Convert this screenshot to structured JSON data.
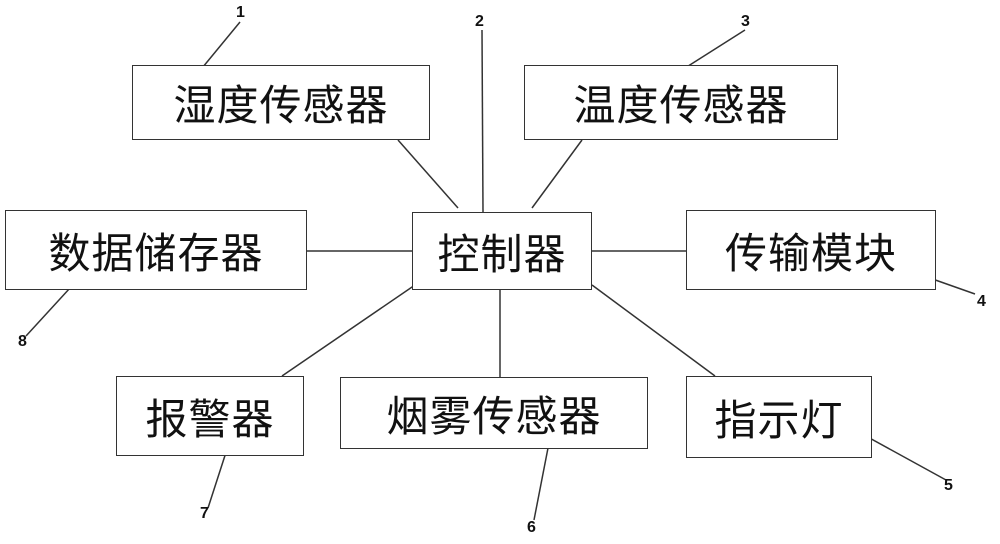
{
  "components": {
    "humidity_sensor": {
      "label": "湿度传感器",
      "number": "1"
    },
    "controller": {
      "label": "控制器",
      "number": "2"
    },
    "temperature_sensor": {
      "label": "温度传感器",
      "number": "3"
    },
    "transmission_module": {
      "label": "传输模块",
      "number": "4"
    },
    "indicator_light": {
      "label": "指示灯",
      "number": "5"
    },
    "smoke_sensor": {
      "label": "烟雾传感器",
      "number": "6"
    },
    "alarm": {
      "label": "报警器",
      "number": "7"
    },
    "data_storage": {
      "label": "数据储存器",
      "number": "8"
    }
  }
}
